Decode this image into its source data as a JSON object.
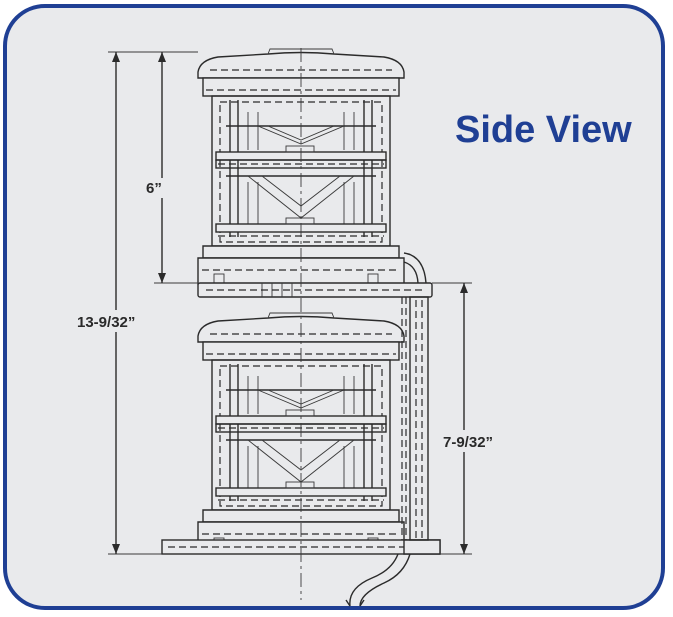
{
  "title": "Side View",
  "dimensions": {
    "overall_height": "13-9/32”",
    "module_height": "6”",
    "bracket_height": "7-9/32”"
  },
  "colors": {
    "border": "#1f3f94",
    "background": "#e9eaec",
    "title": "#1f3f94",
    "line": "#2b2b2b"
  }
}
